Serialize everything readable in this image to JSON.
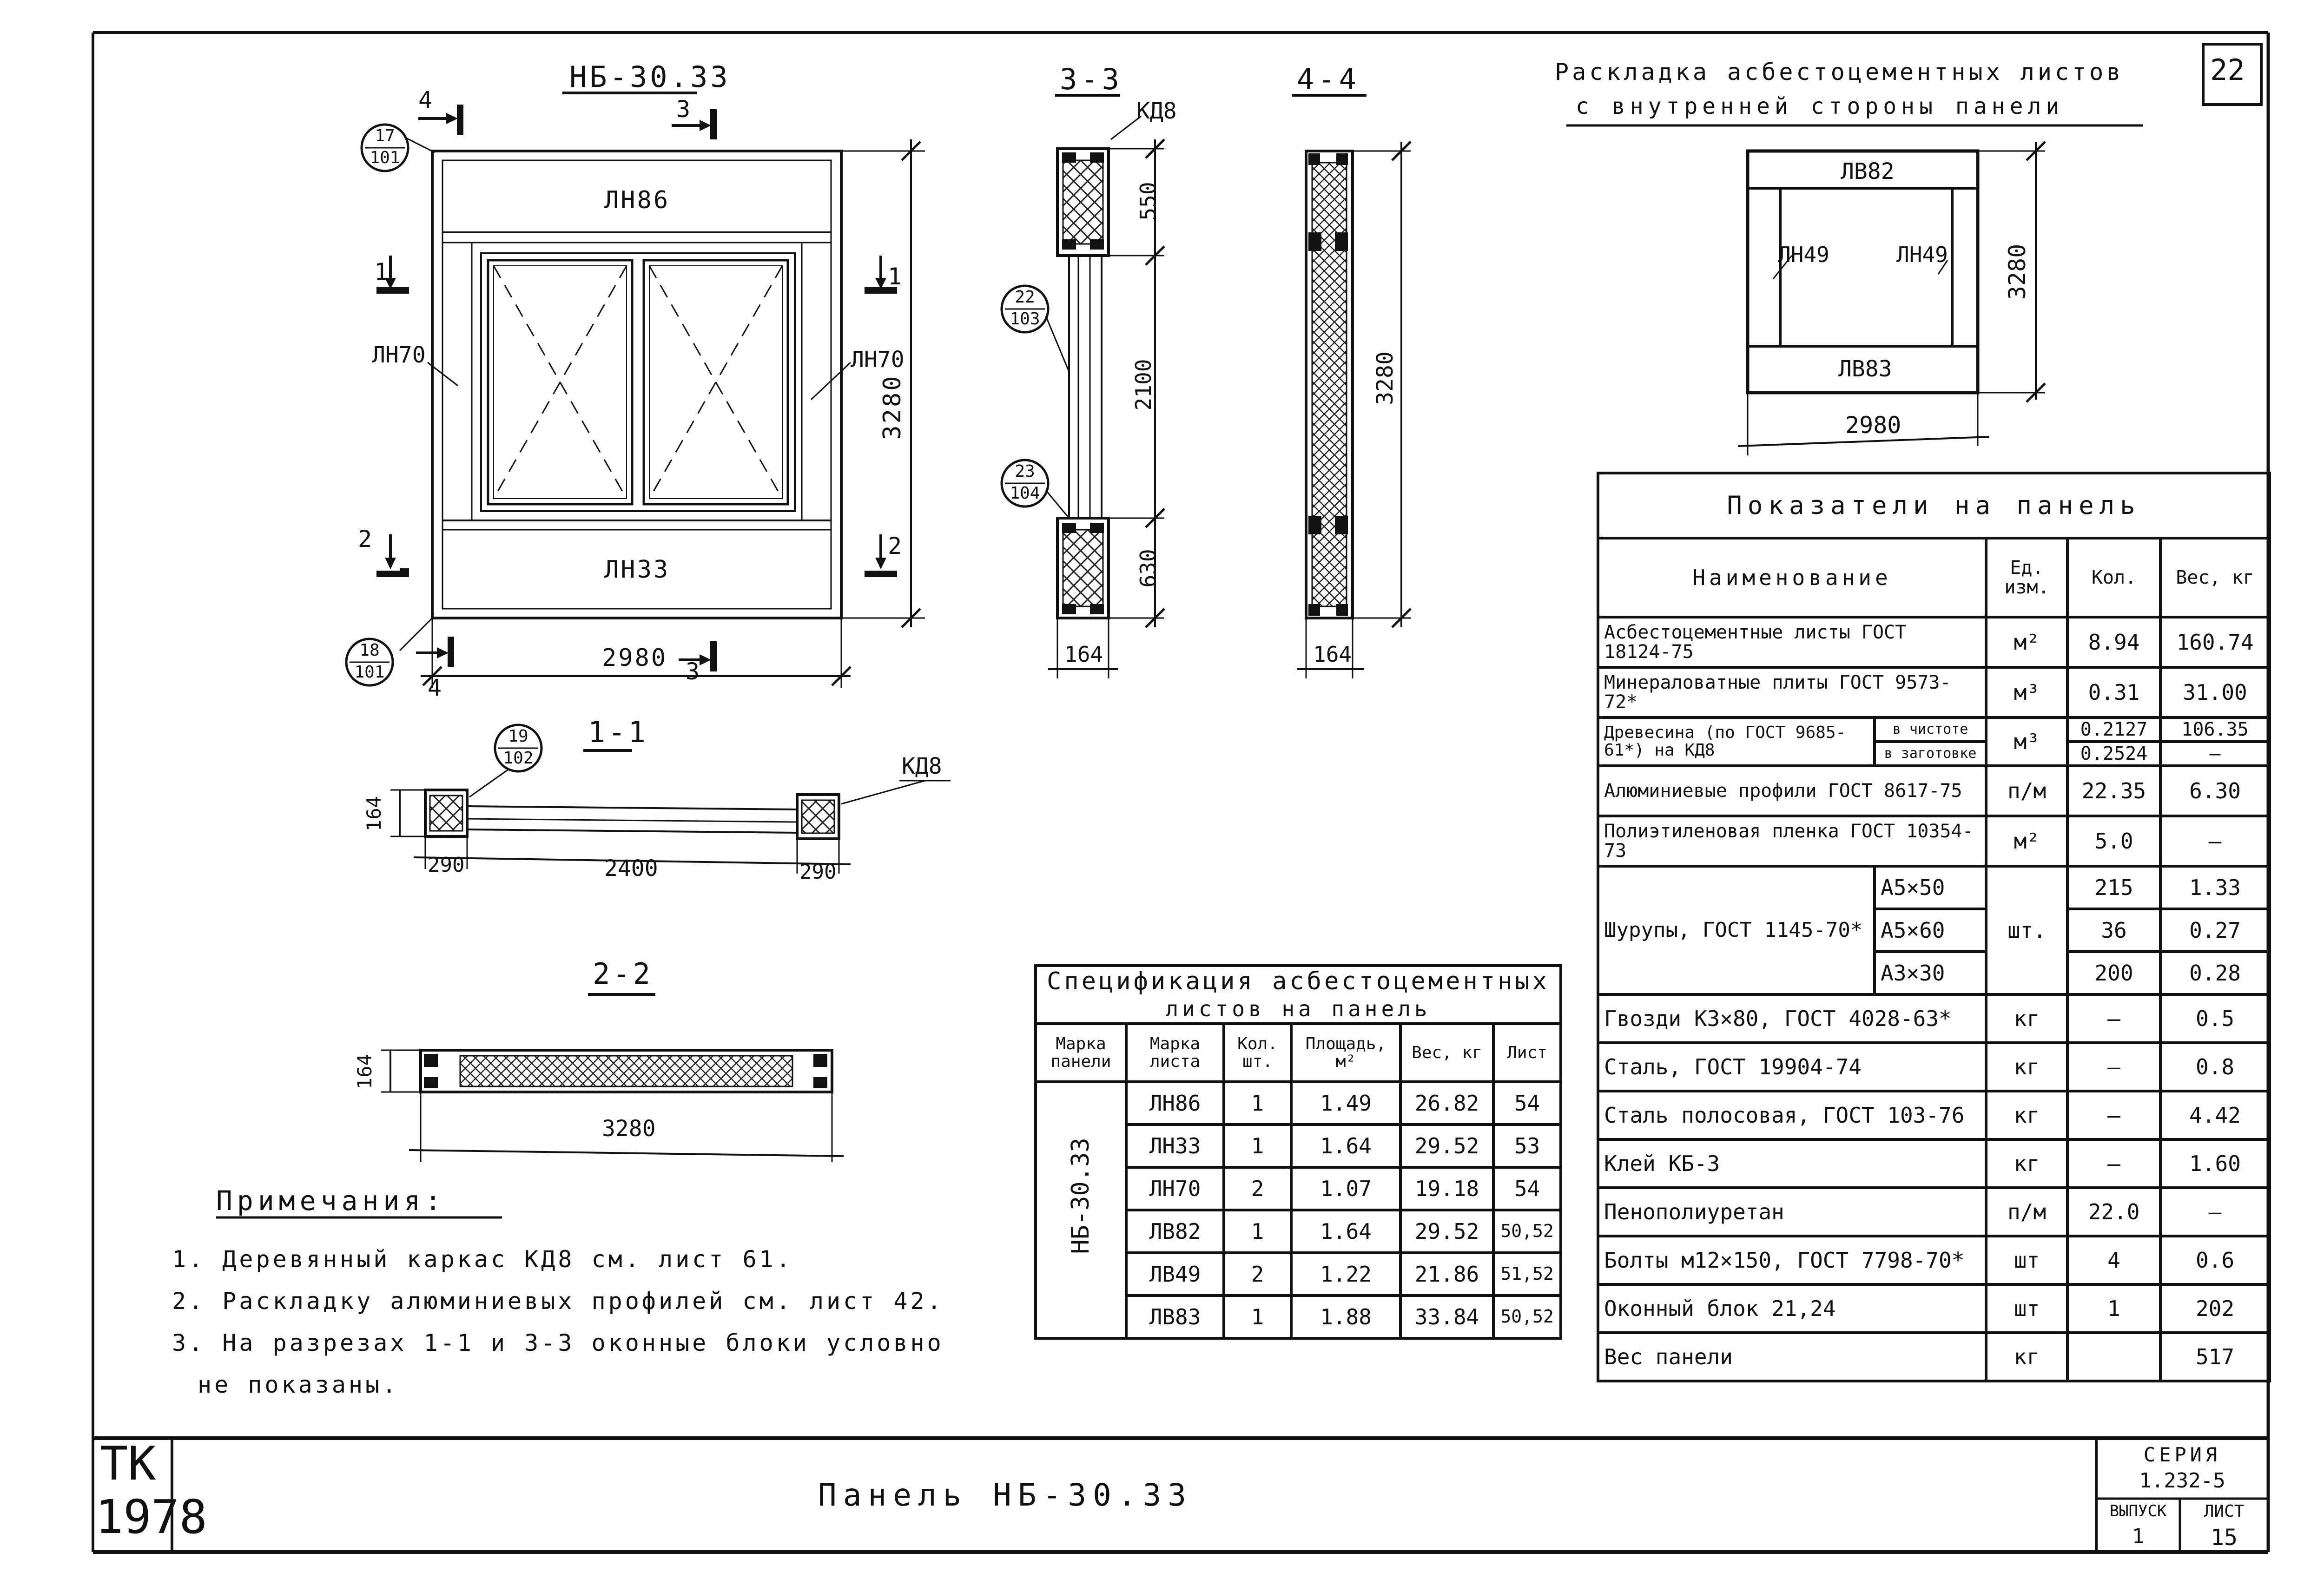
{
  "sheet_number": "22",
  "stamp": {
    "line1": "ТК",
    "line2": "1978"
  },
  "title_block": {
    "title": "Панель НБ-30.33",
    "series_label": "СЕРИЯ",
    "series_value": "1.232-5",
    "issue_label": "ВЫПУСК",
    "issue_value": "1",
    "sheet_label": "ЛИСТ",
    "sheet_value": "15"
  },
  "main_view": {
    "title": "НБ-30.33",
    "panel_top": "ЛН86",
    "panel_bottom": "ЛН33",
    "panel_left": "ЛН70",
    "panel_right": "ЛН70",
    "dim_width": "2980",
    "dim_height": "3280",
    "callout_17": {
      "top": "17",
      "bottom": "101"
    },
    "callout_18": {
      "top": "18",
      "bottom": "101"
    },
    "cut_1_left": "1",
    "cut_1_right": "1",
    "cut_2_left": "2",
    "cut_2_right": "2",
    "cut_3_top": "3",
    "cut_3_bottom": "3",
    "cut_4_top": "4",
    "cut_4_bottom": "4"
  },
  "section_3_3": {
    "title": "3-3",
    "label_kd8": "КД8",
    "dim_550": "550",
    "dim_2100": "2100",
    "dim_630": "630",
    "dim_164": "164",
    "callout_22": {
      "top": "22",
      "bottom": "103"
    },
    "callout_23": {
      "top": "23",
      "bottom": "104"
    }
  },
  "section_4_4": {
    "title": "4-4",
    "dim_3280": "3280",
    "dim_164": "164"
  },
  "section_1_1": {
    "title": "1-1",
    "label_kd8": "КД8",
    "dim_164": "164",
    "dim_290_left": "290",
    "dim_2400": "2400",
    "dim_290_right": "290",
    "callout_19": {
      "top": "19",
      "bottom": "102"
    }
  },
  "section_2_2": {
    "title": "2-2",
    "dim_164": "164",
    "dim_3280": "3280"
  },
  "layout_view": {
    "title_line1": "Раскладка асбестоцементных листов",
    "title_line2": "с внутренней стороны панели",
    "top": "ЛВ82",
    "bottom": "ЛВ83",
    "left": "ЛН49",
    "right": "ЛН49",
    "dim_width": "2980",
    "dim_height": "3280"
  },
  "notes": {
    "heading": "Примечания:",
    "items": [
      "1. Деревянный каркас КД8 см. лист 61.",
      "2. Раскладку алюминиевых профилей см. лист 42.",
      "3. На разрезах 1-1 и 3-3 оконные блоки условно",
      "не показаны."
    ]
  },
  "spec_table": {
    "title_line1": "Спецификация асбестоцементных",
    "title_line2": "листов на панель",
    "headers": [
      "Марка панели",
      "Марка листа",
      "Кол. шт.",
      "Площадь, м²",
      "Вес, кг",
      "Лист"
    ],
    "panel_mark": "НБ-30.33",
    "rows": [
      [
        "ЛН86",
        "1",
        "1.49",
        "26.82",
        "54"
      ],
      [
        "ЛН33",
        "1",
        "1.64",
        "29.52",
        "53"
      ],
      [
        "ЛН70",
        "2",
        "1.07",
        "19.18",
        "54"
      ],
      [
        "ЛВ82",
        "1",
        "1.64",
        "29.52",
        "50,52"
      ],
      [
        "ЛВ49",
        "2",
        "1.22",
        "21.86",
        "51,52"
      ],
      [
        "ЛВ83",
        "1",
        "1.88",
        "33.84",
        "50,52"
      ]
    ]
  },
  "indicators": {
    "title": "Показатели на панель",
    "headers": [
      "Наименование",
      "Ед. изм.",
      "Кол.",
      "Вес, кг"
    ],
    "rows": [
      {
        "name": "Асбестоцементные листы ГОСТ 18124-75",
        "unit": "м²",
        "qty": "8.94",
        "weight": "160.74"
      },
      {
        "name": "Минераловатные плиты ГОСТ 9573-72*",
        "unit": "м³",
        "qty": "0.31",
        "weight": "31.00"
      },
      {
        "name": "Древесина (по ГОСТ 9685-61*) на КД8",
        "sub": [
          "в чистоте",
          "в заготовке"
        ],
        "unit": "м³",
        "qty": [
          "0.2127",
          "0.2524"
        ],
        "weight": [
          "106.35",
          "—"
        ]
      },
      {
        "name": "Алюминиевые профили ГОСТ 8617-75",
        "unit": "п/м",
        "qty": "22.35",
        "weight": "6.30"
      },
      {
        "name": "Полиэтиленовая пленка ГОСТ 10354-73",
        "unit": "м²",
        "qty": "5.0",
        "weight": "—"
      },
      {
        "name": "Шурупы, ГОСТ 1145-70*",
        "sub": [
          "А5×50",
          "А5×60",
          "А3×30"
        ],
        "unit": "шт.",
        "qty": [
          "215",
          "36",
          "200"
        ],
        "weight": [
          "1.33",
          "0.27",
          "0.28"
        ]
      },
      {
        "name": "Гвозди К3×80, ГОСТ 4028-63*",
        "unit": "кг",
        "qty": "—",
        "weight": "0.5"
      },
      {
        "name": "Сталь, ГОСТ 19904-74",
        "unit": "кг",
        "qty": "—",
        "weight": "0.8"
      },
      {
        "name": "Сталь полосовая, ГОСТ 103-76",
        "unit": "кг",
        "qty": "—",
        "weight": "4.42"
      },
      {
        "name": "Клей КБ-3",
        "unit": "кг",
        "qty": "—",
        "weight": "1.60"
      },
      {
        "name": "Пенополиуретан",
        "unit": "п/м",
        "qty": "22.0",
        "weight": "—"
      },
      {
        "name": "Болты м12×150, ГОСТ 7798-70*",
        "unit": "шт",
        "qty": "4",
        "weight": "0.6"
      },
      {
        "name": "Оконный блок 21,24",
        "unit": "шт",
        "qty": "1",
        "weight": "202"
      },
      {
        "name": "Вес панели",
        "unit": "кг",
        "qty": "",
        "weight": "517"
      }
    ]
  }
}
